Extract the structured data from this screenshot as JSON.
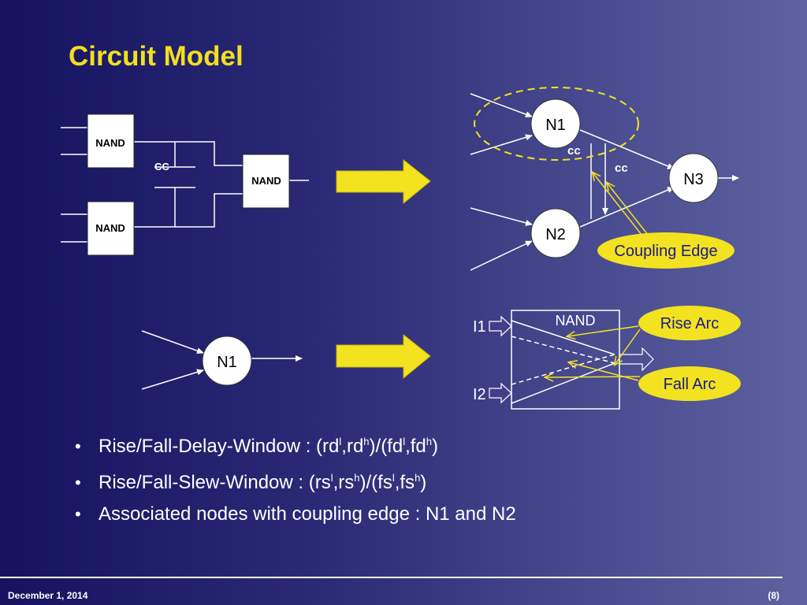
{
  "title": "Circuit Model",
  "diagram": {
    "gate_label": "NAND",
    "cc_label": "CC",
    "node_n1": "N1",
    "node_n2": "N2",
    "node_n3": "N3",
    "cc_small": "cc",
    "coupling_edge": "Coupling Edge",
    "input_i1": "I1",
    "input_i2": "I2",
    "rise_arc": "Rise Arc",
    "fall_arc": "Fall Arc"
  },
  "bullets": [
    {
      "pre": "Rise/Fall-Delay-Window : (rd",
      "s1": "l",
      "m1": ",rd",
      "s2": "h",
      "m2": ")/(fd",
      "s3": "l",
      "m3": ",fd",
      "s4": "h",
      "post": ")"
    },
    {
      "pre": "Rise/Fall-Slew-Window : (rs",
      "s1": "l",
      "m1": ",rs",
      "s2": "h",
      "m2": ")/(fs",
      "s3": "l",
      "m3": ",fs",
      "s4": "h",
      "post": ")"
    },
    {
      "text": "Associated nodes with coupling edge : N1 and N2"
    }
  ],
  "bullet_symbol": "•",
  "footer": {
    "date": "December 1, 2014",
    "page": "(8)"
  },
  "colors": {
    "title": "#f2df1f",
    "arrow_fill": "#f2e21f",
    "label_bubble": "#f2e21f",
    "node_fill": "#ffffff",
    "gate_fill": "#ffffff"
  }
}
